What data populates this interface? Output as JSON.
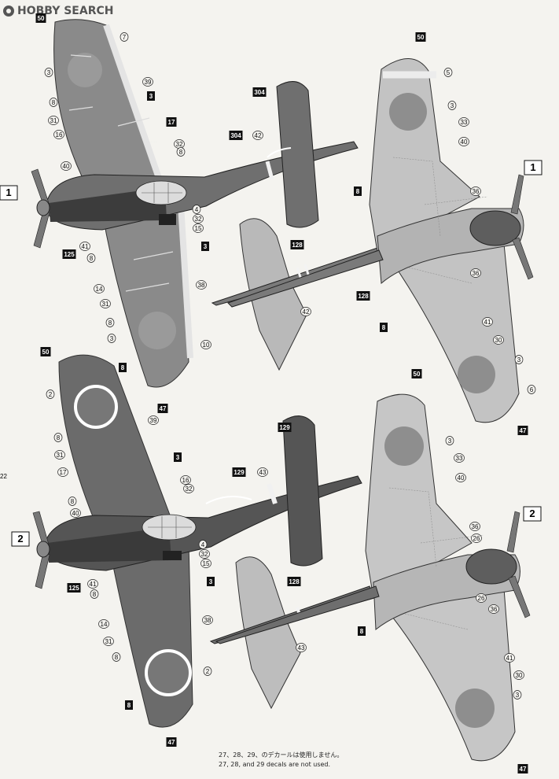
{
  "watermark": "HOBBY SEARCH",
  "schemes": [
    {
      "id": "1",
      "top_view": {
        "callouts": [
          "50",
          "7",
          "3",
          "39",
          "8",
          "3",
          "31",
          "17",
          "16",
          "32",
          "8",
          "40",
          "304",
          "304",
          "42",
          "4",
          "32",
          "15",
          "3",
          "41",
          "125",
          "8",
          "14",
          "38",
          "31",
          "8",
          "3",
          "10",
          "8",
          "47"
        ],
        "ref_tail": "304"
      },
      "side_tail": {
        "callouts": [
          "128",
          "42"
        ],
        "ref_tail": "128"
      },
      "bottom_view": {
        "callouts": [
          "50",
          "5",
          "3",
          "33",
          "40",
          "8",
          "36",
          "36",
          "128",
          "8",
          "41",
          "30",
          "3",
          "6",
          "47"
        ]
      }
    },
    {
      "id": "2",
      "top_view": {
        "callouts": [
          "50",
          "2",
          "39",
          "8",
          "3",
          "31",
          "17",
          "16",
          "32",
          "8",
          "40",
          "129",
          "129",
          "43",
          "4",
          "32",
          "15",
          "3",
          "41",
          "125",
          "8",
          "14",
          "38",
          "31",
          "8",
          "2",
          "8",
          "47"
        ],
        "ref_tail": "129"
      },
      "side_tail": {
        "callouts": [
          "128",
          "43"
        ],
        "ref_tail": "128"
      },
      "bottom_view": {
        "callouts": [
          "50",
          "3",
          "33",
          "40",
          "36",
          "26",
          "26",
          "36",
          "8",
          "41",
          "30",
          "3",
          "47"
        ]
      }
    }
  ],
  "edge_marks": [
    "22"
  ],
  "note": {
    "numbers": [
      "27",
      "28",
      "29"
    ],
    "jp_text": "のデカールは使用しません。",
    "en_text": "decals are not used.",
    "en_and": "and"
  }
}
